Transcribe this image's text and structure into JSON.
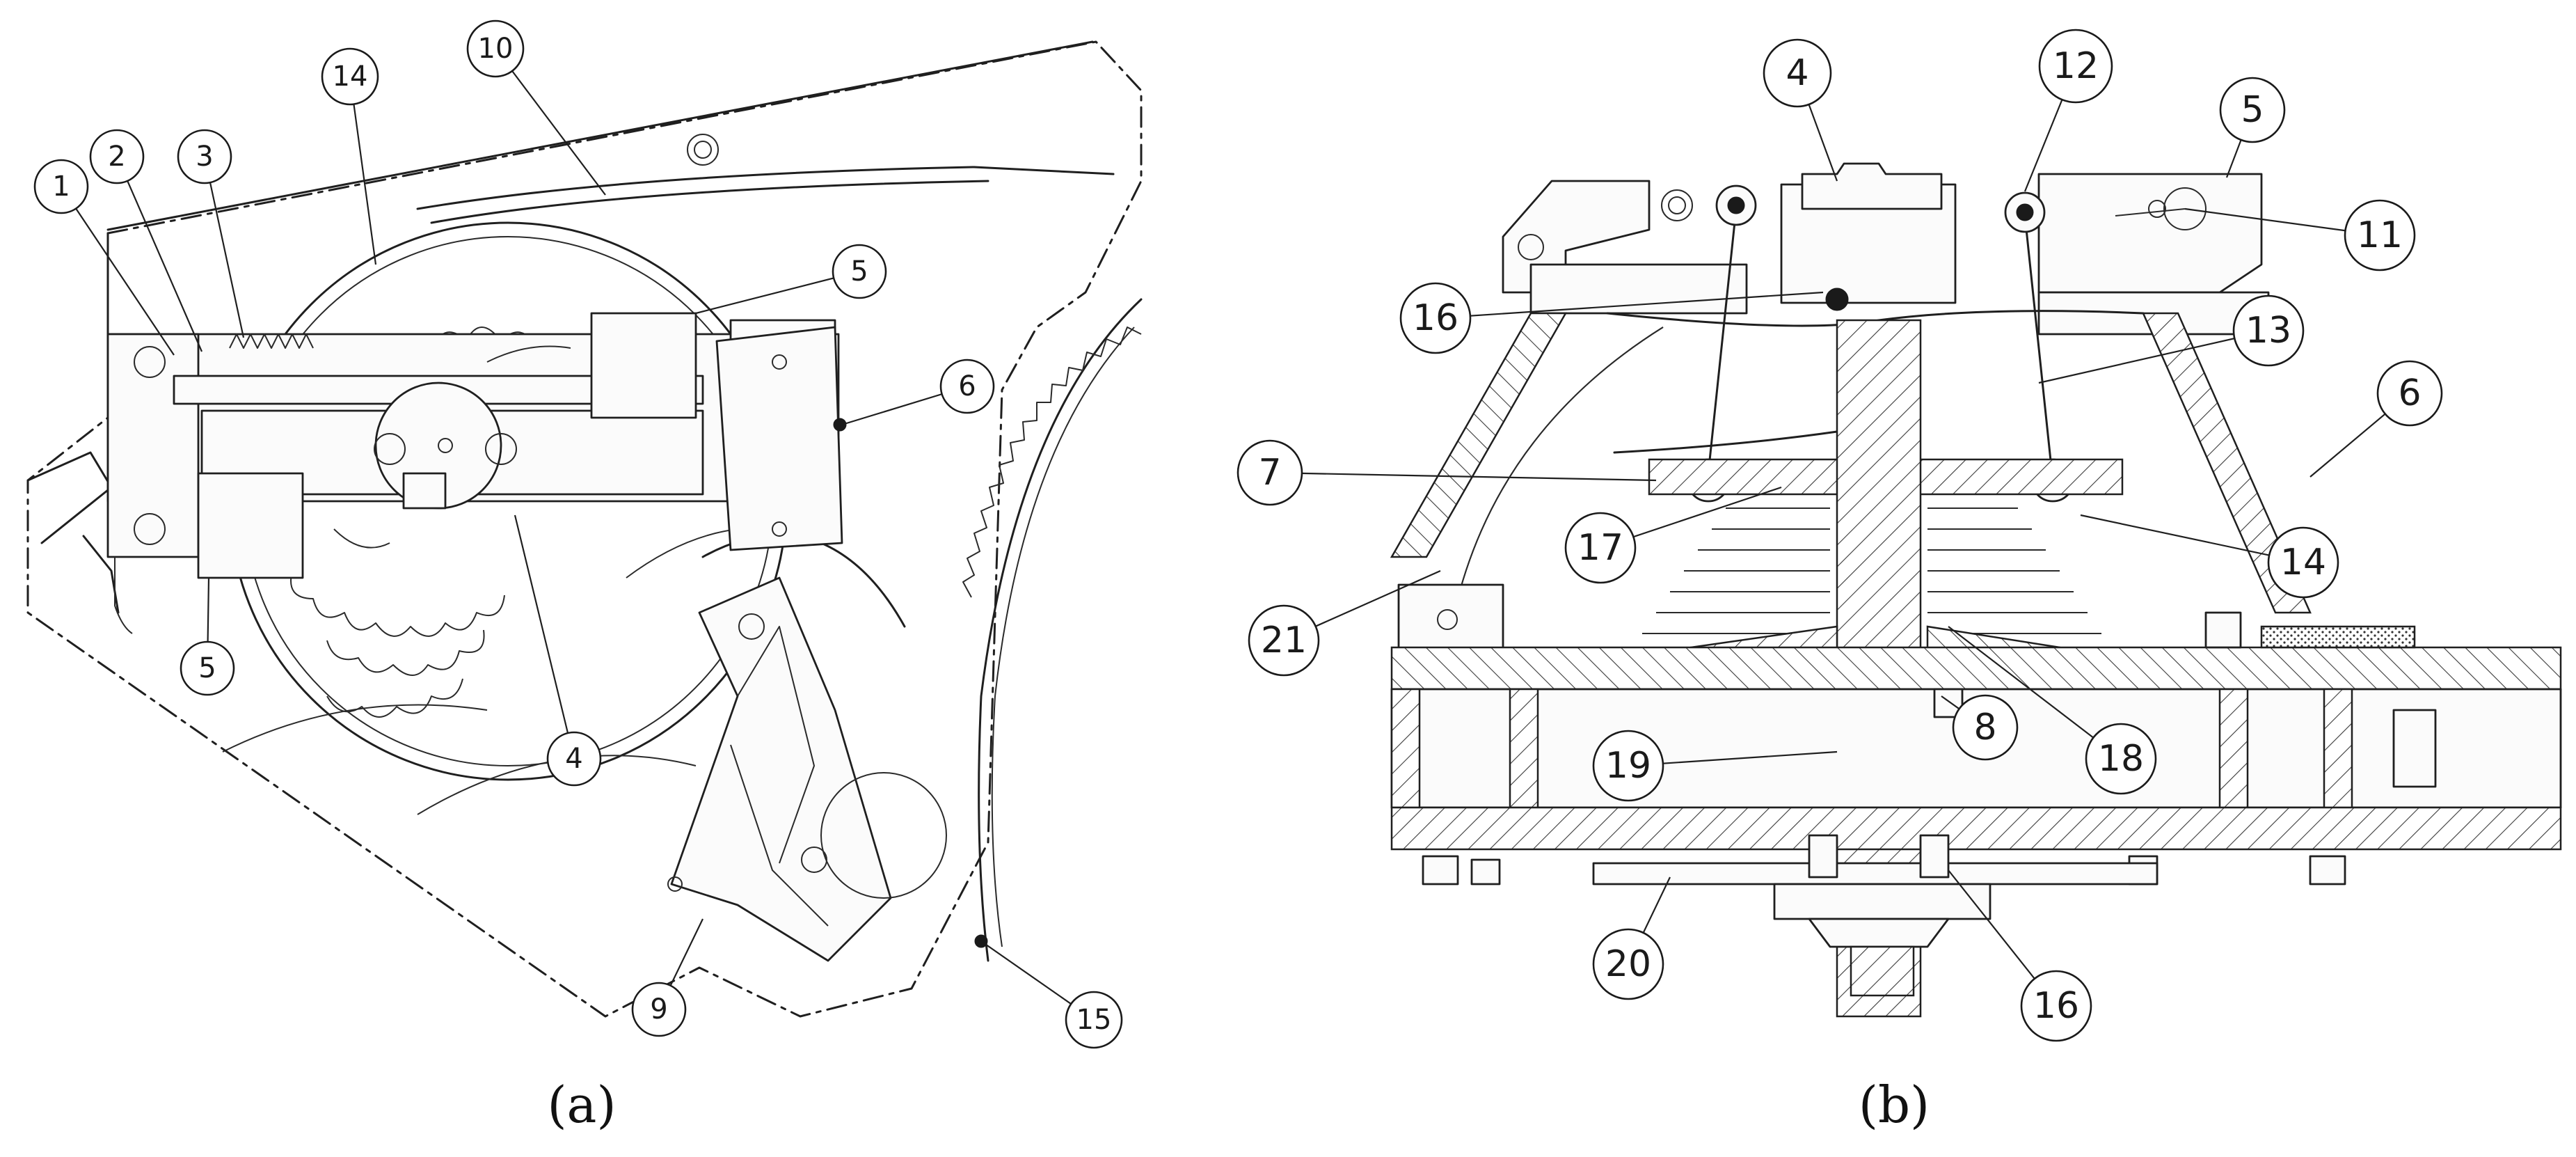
{
  "subfigures": [
    {
      "id": "a",
      "caption": "(a)"
    },
    {
      "id": "b",
      "caption": "(b)"
    }
  ],
  "callouts_a": [
    "1",
    "2",
    "3",
    "14",
    "10",
    "5",
    "6",
    "5",
    "4",
    "9",
    "15"
  ],
  "callouts_b": [
    "4",
    "12",
    "5",
    "11",
    "16",
    "13",
    "6",
    "7",
    "17",
    "14",
    "21",
    "8",
    "18",
    "19",
    "20",
    "16"
  ],
  "line_color": "#1f1f1f",
  "background": "#ffffff"
}
